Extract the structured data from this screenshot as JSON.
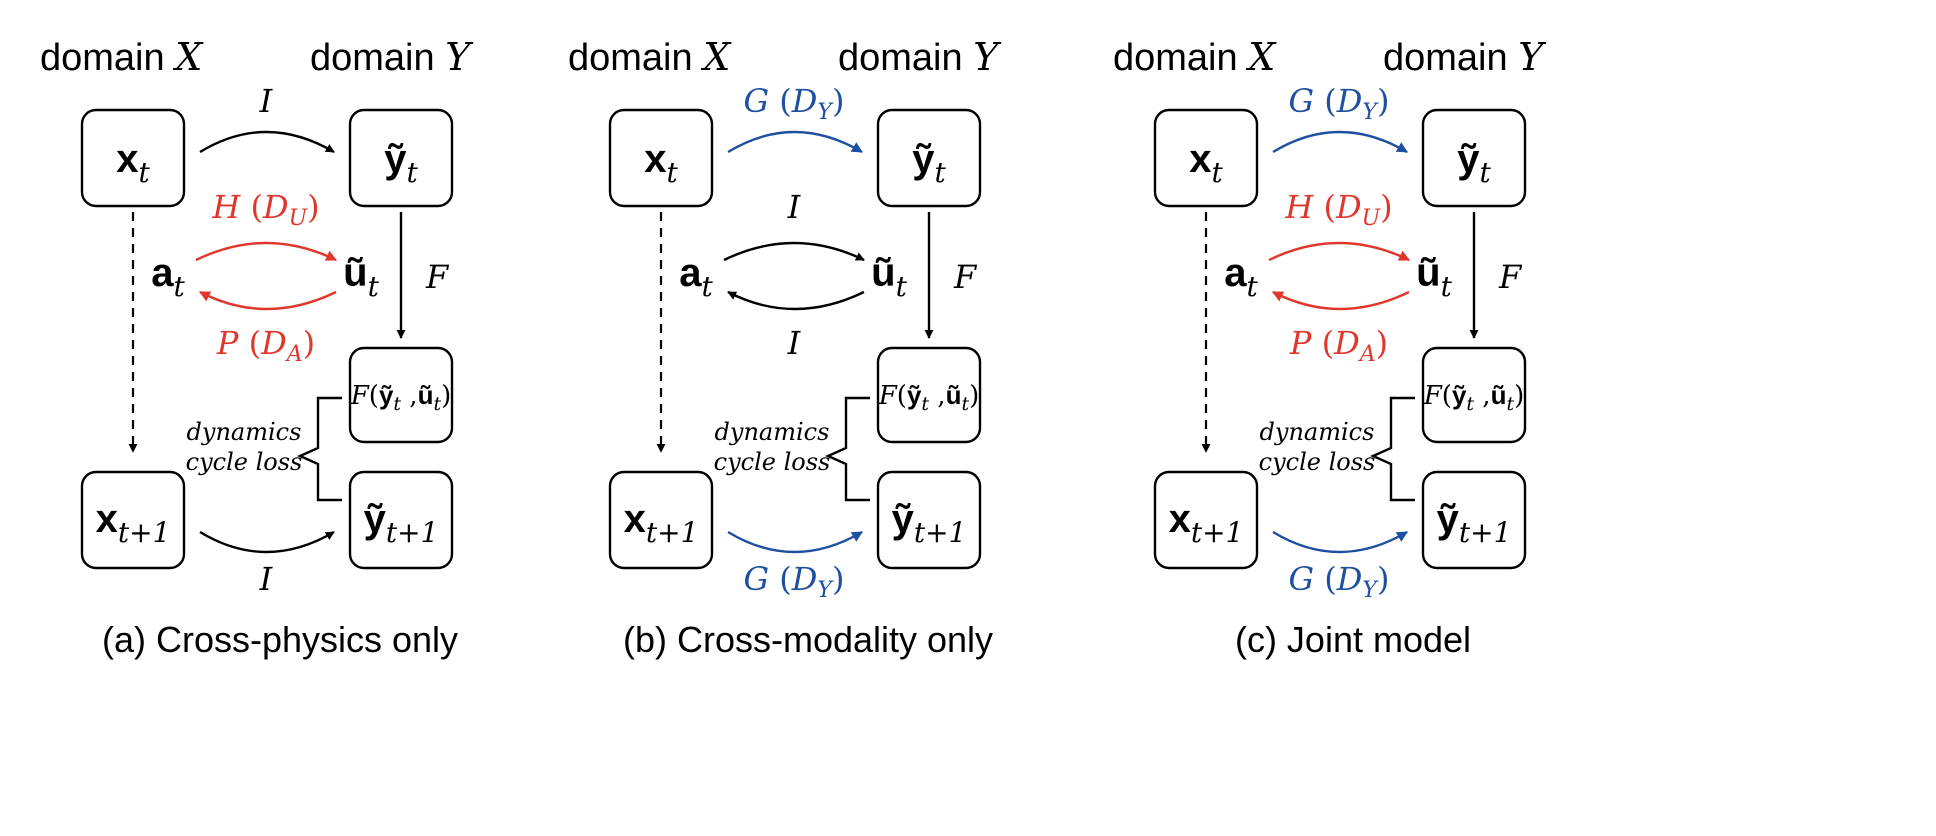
{
  "colors": {
    "black": "#000000",
    "red": "#e0372c",
    "blue": "#1e4fa0"
  },
  "panels": [
    {
      "domain_x": "domain",
      "domain_x_var": "X",
      "domain_y": "domain",
      "domain_y_var": "Y",
      "caption": "(a) Cross-physics only",
      "top_arrow": {
        "name": "I",
        "sub": "",
        "disc": "",
        "color": "black"
      },
      "mid_forward": {
        "name": "H",
        "disc": "D",
        "disc_sub": "U",
        "color": "red"
      },
      "mid_backward": {
        "name": "P",
        "disc": "D",
        "disc_sub": "A",
        "color": "red"
      },
      "bottom_arrow": {
        "name": "I",
        "disc": "",
        "disc_sub": "",
        "color": "black"
      },
      "f_label": "F",
      "loss_line1": "dynamics",
      "loss_line2": "cycle loss"
    },
    {
      "domain_x": "domain",
      "domain_x_var": "X",
      "domain_y": "domain",
      "domain_y_var": "Y",
      "caption": "(b) Cross-modality only",
      "top_arrow": {
        "name": "G",
        "disc": "D",
        "disc_sub": "Y",
        "color": "blue"
      },
      "mid_forward": {
        "name": "I",
        "disc": "",
        "disc_sub": "",
        "color": "black"
      },
      "mid_backward": {
        "name": "I",
        "disc": "",
        "disc_sub": "",
        "color": "black"
      },
      "bottom_arrow": {
        "name": "G",
        "disc": "D",
        "disc_sub": "Y",
        "color": "blue"
      },
      "f_label": "F",
      "loss_line1": "dynamics",
      "loss_line2": "cycle loss"
    },
    {
      "domain_x": "domain",
      "domain_x_var": "X",
      "domain_y": "domain",
      "domain_y_var": "Y",
      "caption": "(c) Joint model",
      "top_arrow": {
        "name": "G",
        "disc": "D",
        "disc_sub": "Y",
        "color": "blue"
      },
      "mid_forward": {
        "name": "H",
        "disc": "D",
        "disc_sub": "U",
        "color": "red"
      },
      "mid_backward": {
        "name": "P",
        "disc": "D",
        "disc_sub": "A",
        "color": "red"
      },
      "bottom_arrow": {
        "name": "G",
        "disc": "D",
        "disc_sub": "Y",
        "color": "blue"
      },
      "f_label": "F",
      "loss_line1": "dynamics",
      "loss_line2": "cycle loss"
    }
  ],
  "nodes": {
    "x_t": {
      "main": "x",
      "sub": "t"
    },
    "y_t": {
      "main": "ỹ",
      "sub": "t"
    },
    "a_t": {
      "main": "a",
      "sub": "t"
    },
    "u_t": {
      "main": "ũ",
      "sub": "t"
    },
    "f_yu": {
      "prefix": "F",
      "arg1": "ỹ",
      "arg1_sub": "t",
      "arg2": "ũ",
      "arg2_sub": "t"
    },
    "x_t1": {
      "main": "x",
      "sub": "t+1"
    },
    "y_t1": {
      "main": "ỹ",
      "sub": "t+1"
    }
  }
}
